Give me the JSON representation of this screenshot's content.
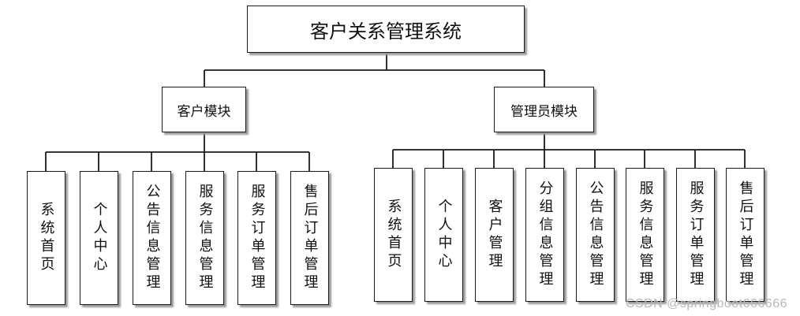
{
  "root": "客户关系管理系统",
  "modules": [
    {
      "label": "客户模块",
      "children": [
        "系统首页",
        "个人中心",
        "公告信息管理",
        "服务信息管理",
        "服务订单管理",
        "售后订单管理"
      ]
    },
    {
      "label": "管理员模块",
      "children": [
        "系统首页",
        "个人中心",
        "客户管理",
        "分组信息管理",
        "公告信息管理",
        "服务信息管理",
        "服务订单管理",
        "售后订单管理"
      ]
    }
  ],
  "watermark": "CSDN @springboot666666"
}
